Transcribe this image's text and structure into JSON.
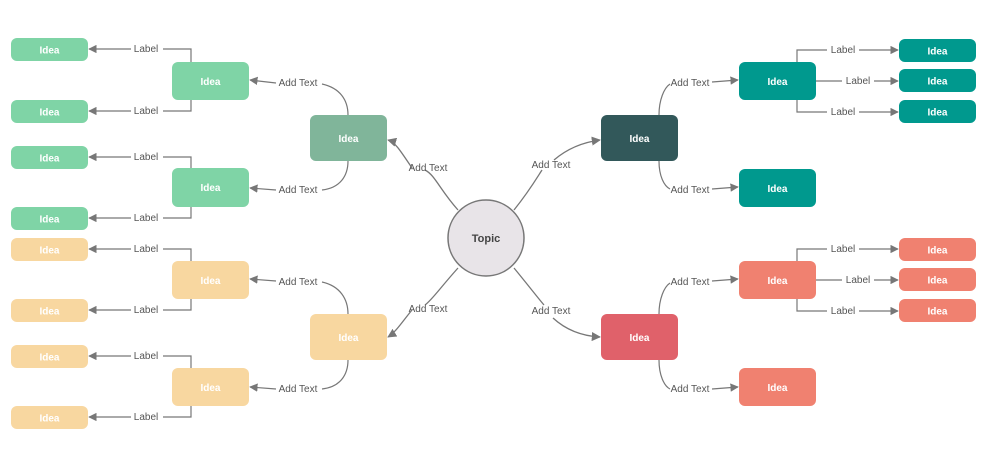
{
  "topic": "Topic",
  "colors": {
    "line": "#777777",
    "topic_fill": "#e8e4e8",
    "topic_stroke": "#777777",
    "green_main": "#80b59a",
    "green_light": "#7fd4a6",
    "yellow": "#f8d7a0",
    "dark_teal": "#32585a",
    "teal": "#00998e",
    "red": "#e0616a",
    "salmon": "#f08170"
  },
  "connectors": {
    "upper_left": "Add Text",
    "lower_left": "Add Text",
    "upper_right": "Add Text",
    "lower_right": "Add Text"
  },
  "branches": {
    "upper_left": {
      "idea": "Idea",
      "children": [
        {
          "edge": "Add Text",
          "idea": "Idea",
          "leaves": [
            {
              "label": "Label",
              "idea": "Idea"
            },
            {
              "label": "Label",
              "idea": "Idea"
            }
          ]
        },
        {
          "edge": "Add Text",
          "idea": "Idea",
          "leaves": [
            {
              "label": "Label",
              "idea": "Idea"
            },
            {
              "label": "Label",
              "idea": "Idea"
            }
          ]
        }
      ]
    },
    "lower_left": {
      "idea": "Idea",
      "children": [
        {
          "edge": "Add Text",
          "idea": "Idea",
          "leaves": [
            {
              "label": "Label",
              "idea": "Idea"
            },
            {
              "label": "Label",
              "idea": "Idea"
            }
          ]
        },
        {
          "edge": "Add Text",
          "idea": "Idea",
          "leaves": [
            {
              "label": "Label",
              "idea": "Idea"
            },
            {
              "label": "Label",
              "idea": "Idea"
            }
          ]
        }
      ]
    },
    "upper_right": {
      "idea": "Idea",
      "children": [
        {
          "edge": "Add Text",
          "idea": "Idea",
          "leaves": [
            {
              "label": "Label",
              "idea": "Idea"
            },
            {
              "label": "Label",
              "idea": "Idea"
            },
            {
              "label": "Label",
              "idea": "Idea"
            }
          ]
        },
        {
          "edge": "Add Text",
          "idea": "Idea",
          "leaves": []
        }
      ]
    },
    "lower_right": {
      "idea": "Idea",
      "children": [
        {
          "edge": "Add Text",
          "idea": "Idea",
          "leaves": [
            {
              "label": "Label",
              "idea": "Idea"
            },
            {
              "label": "Label",
              "idea": "Idea"
            },
            {
              "label": "Label",
              "idea": "Idea"
            }
          ]
        },
        {
          "edge": "Add Text",
          "idea": "Idea",
          "leaves": []
        }
      ]
    }
  }
}
